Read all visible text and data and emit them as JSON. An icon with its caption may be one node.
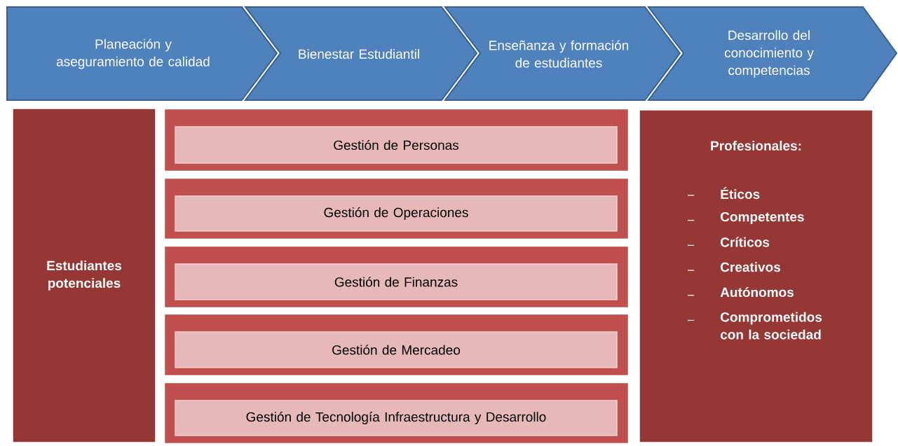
{
  "diagram": {
    "nodes": [
      {
        "text": [
          "Planeación y aseguramiento de calidad"
        ]
      },
      {
        "text": [
          "Bienestar Estudiantil"
        ]
      },
      {
        "text": [
          "Enseñanza y formación de estudiantes"
        ]
      },
      {
        "text": [
          "Desarrollo del conocimiento y competencias"
        ]
      },
      {
        "text": [
          "Estudiantes potenciales"
        ]
      },
      {
        "text": [],
        "shape": "box"
      },
      {
        "text": [
          "Gestión de Personas"
        ],
        "in": 5
      },
      {
        "text": [],
        "shape": "box"
      },
      {
        "text": [
          "Gestión de Operaciones"
        ],
        "in": 7
      },
      {
        "text": [],
        "shape": "box"
      },
      {
        "text": [
          "Gestión de Finanzas"
        ],
        "in": 9
      },
      {
        "text": [],
        "shape": "box"
      },
      {
        "text": [
          "Gestión de Mercadeo"
        ],
        "in": 11
      },
      {
        "text": [],
        "shape": "box"
      },
      {
        "text": [
          "Gestión de Tecnología Infraestructura y Desarrollo"
        ],
        "in": 13
      },
      {
        "text": [
          "Profesionales:",
          "Éticos",
          "Competentes",
          "Críticos",
          "Creativos",
          "Autónomos",
          "Comprometidos con la sociedad"
        ]
      }
    ],
    "edges": []
  }
}
